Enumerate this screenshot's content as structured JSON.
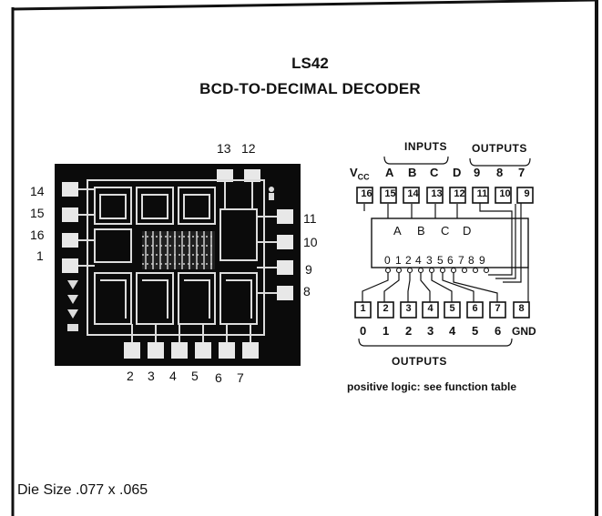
{
  "title": "LS42",
  "subtitle": "BCD-TO-DECIMAL DECODER",
  "die_size": "Die Size .077 x .065",
  "caption": "positive logic: see function table",
  "die": {
    "top_pins": [
      "13",
      "12"
    ],
    "left_pins": [
      "14",
      "15",
      "16",
      "1"
    ],
    "right_pins": [
      "11",
      "10",
      "9",
      "8"
    ],
    "bottom_pins": [
      "2",
      "3",
      "4",
      "5",
      "6",
      "7"
    ]
  },
  "pinout": {
    "inputs_label": "INPUTS",
    "outputs_top_label": "OUTPUTS",
    "outputs_bottom_label": "OUTPUTS",
    "vcc_label": "V",
    "vcc_sub": "CC",
    "gnd_label": "GND",
    "top_col_labels": [
      "A",
      "B",
      "C",
      "D",
      "9",
      "8",
      "7"
    ],
    "top_pins": [
      "16",
      "15",
      "14",
      "13",
      "12",
      "11",
      "10",
      "9"
    ],
    "bottom_pins": [
      "1",
      "2",
      "3",
      "4",
      "5",
      "6",
      "7",
      "8"
    ],
    "bottom_col_labels": [
      "0",
      "1",
      "2",
      "3",
      "4",
      "5",
      "6"
    ],
    "box_inputs": [
      "A",
      "B",
      "C",
      "D"
    ],
    "box_outputs": [
      "0",
      "1",
      "2",
      "4",
      "3",
      "5",
      "6",
      "7",
      "8",
      "9"
    ]
  }
}
